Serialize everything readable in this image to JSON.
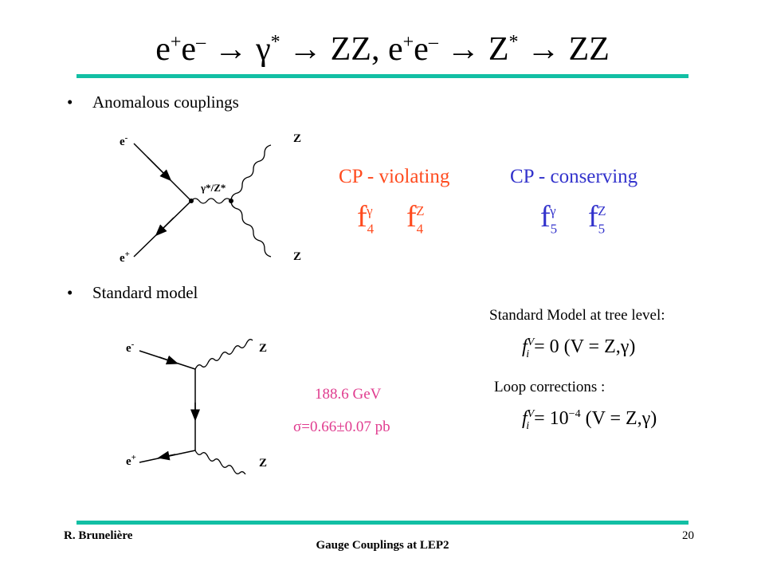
{
  "slide": {
    "title_parts": {
      "a": "e",
      "a_sup1": "+",
      "b": "e",
      "b_sup": "–",
      "arrow1": " → ",
      "gamma": "γ",
      "gamma_sup": "*",
      "arrow2": " → ",
      "zz1": "ZZ, ",
      "c": "e",
      "c_sup": "+",
      "d": "e",
      "d_sup": "–",
      "arrow3": " → ",
      "z": "Z",
      "z_sup": "*",
      "arrow4": " → ",
      "zz2": "ZZ"
    },
    "bullets": {
      "anomalous": "Anomalous couplings",
      "standard": "Standard model"
    },
    "diagram1": {
      "e_minus": "e",
      "e_minus_sup": "-",
      "e_plus": "e",
      "e_plus_sup": "+",
      "z_top": "Z",
      "z_bottom": "Z",
      "vertex_label": "γ*/Z*"
    },
    "diagram2": {
      "e_minus": "e",
      "e_minus_sup": "-",
      "e_plus": "e",
      "e_plus_sup": "+",
      "z_top": "Z",
      "z_bottom": "Z"
    },
    "couplings": {
      "cp_violating": "CP - violating",
      "cp_conserving": "CP - conserving",
      "f4g": {
        "f": "f",
        "sub": "4",
        "sup": "γ"
      },
      "f4z": {
        "f": "f",
        "sub": "4",
        "sup": "Z"
      },
      "f5g": {
        "f": "f",
        "sub": "5",
        "sup": "γ"
      },
      "f5z": {
        "f": "f",
        "sub": "5",
        "sup": "Z"
      }
    },
    "measurement": {
      "energy": "188.6 GeV",
      "cross_section": "σ=0.66±0.07 pb"
    },
    "sm": {
      "tree_label": "Standard Model at tree level:",
      "tree_formula": {
        "lhs": "f",
        "sup": "V",
        "sub": "i",
        "rhs": " = 0    (V = Z,γ)"
      },
      "loop_label": "Loop corrections :",
      "loop_formula": {
        "lhs": "f",
        "sup": "V",
        "sub": "i",
        "rhs": " = 10",
        "exp": "−4",
        "tail": "    (V = Z,γ)"
      }
    },
    "footer": {
      "author": "R. Brunelière",
      "talk": "Gauge Couplings at LEP2",
      "page": "20"
    },
    "colors": {
      "rule": "#12bfa4",
      "cp_violating": "#ff4b1f",
      "cp_conserving": "#3333cc",
      "measurement": "#e03c8f"
    }
  }
}
